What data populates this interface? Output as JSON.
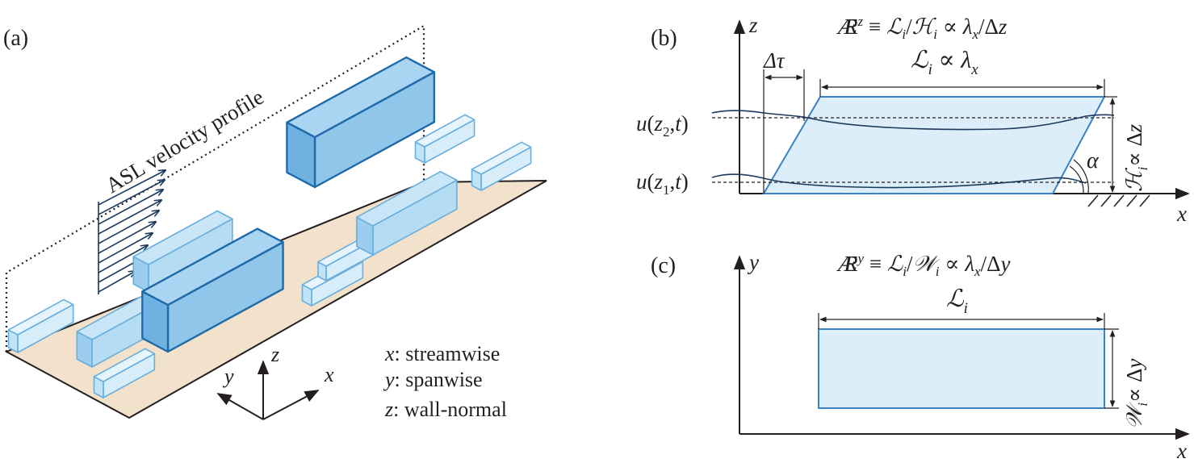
{
  "panel_a": {
    "label": "(a)",
    "profile_label": "ASL velocity profile",
    "axes": {
      "x": "x",
      "y": "y",
      "z": "z"
    },
    "legend": [
      {
        "sym": "x",
        "desc": ": streamwise"
      },
      {
        "sym": "y",
        "desc": ": spanwise"
      },
      {
        "sym": "z",
        "desc": ": wall-normal"
      }
    ],
    "colors": {
      "ground": "#f2e2cc",
      "block_dark": "#8fc6ea",
      "block_light": "#d7eefa",
      "edge_dark": "#1f6aa8",
      "edge_light": "#6aaedc"
    }
  },
  "panel_b": {
    "label": "(b)",
    "title": {
      "a": "Æ",
      "a_sup": "R",
      "b": "z",
      "c": " ≡ ",
      "d": "ℒ",
      "e": "i",
      "f": "/",
      "g": "ℋ",
      "h": "i",
      "i": " ∝ ",
      "j": "λ",
      "k": "x",
      "l": "/Δ",
      "m": "z"
    },
    "axis_z": "z",
    "axis_x": "x",
    "delta_tau": "Δτ",
    "length_label": {
      "a": "ℒ",
      "b": "i",
      "c": " ∝ ",
      "d": "λ",
      "e": "x"
    },
    "height_label": {
      "a": "ℋ",
      "b": "i",
      "c": "∝ Δ",
      "d": "z"
    },
    "u2": {
      "a": "u",
      "b": "(",
      "c": "z",
      "d": "2",
      "e": ",",
      "f": "t",
      "g": ")"
    },
    "u1": {
      "a": "u",
      "b": "(",
      "c": "z",
      "d": "1",
      "e": ",",
      "f": "t",
      "g": ")"
    },
    "angle": "α"
  },
  "panel_c": {
    "label": "(c)",
    "title": {
      "a": "Æ",
      "a_sup": "R",
      "b": "y",
      "c": " ≡ ",
      "d": "ℒ",
      "e": "i",
      "f": "/",
      "g": "𝒲",
      "h": "i",
      "i": " ∝ ",
      "j": "λ",
      "k": "x",
      "l": "/Δ",
      "m": "y"
    },
    "axis_y": "y",
    "axis_x": "x",
    "length_label": {
      "a": "ℒ",
      "b": "i"
    },
    "width_label": {
      "a": "𝒲",
      "b": "i",
      "c": "∝ Δ",
      "d": "y"
    }
  }
}
